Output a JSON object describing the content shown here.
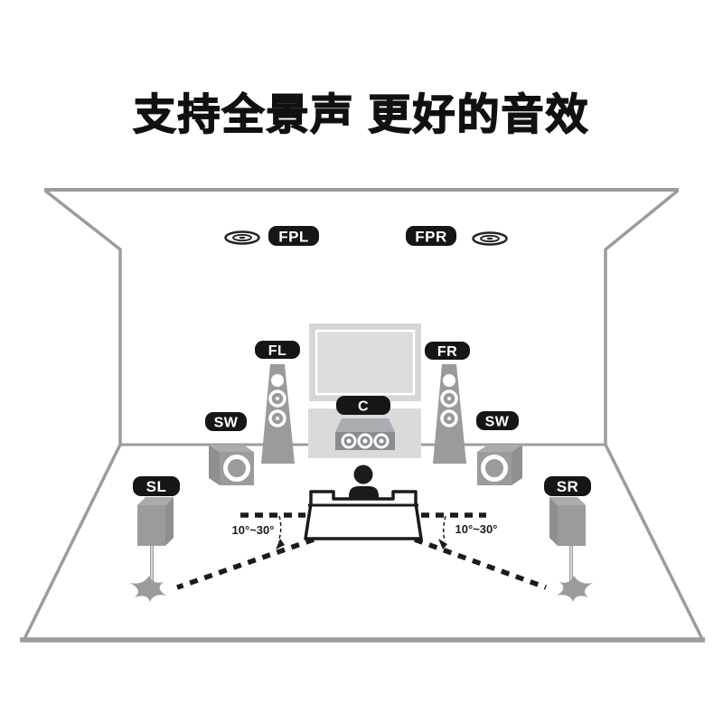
{
  "title": "支持全景声 更好的音效",
  "diagram": {
    "labels": {
      "fpl": "FPL",
      "fpr": "FPR",
      "fl": "FL",
      "fr": "FR",
      "c": "C",
      "sw_left": "SW",
      "sw_right": "SW",
      "sl": "SL",
      "sr": "SR"
    },
    "angles": {
      "left": "10°~30°",
      "right": "10°~30°"
    },
    "colors": {
      "label_bg": "#161616",
      "label_text": "#ffffff",
      "speaker_gray": "#9b9b9b",
      "panel_gray": "#d6d6d6",
      "line_gray": "#9c9c9c",
      "ink_black": "#1b1b1b"
    }
  }
}
